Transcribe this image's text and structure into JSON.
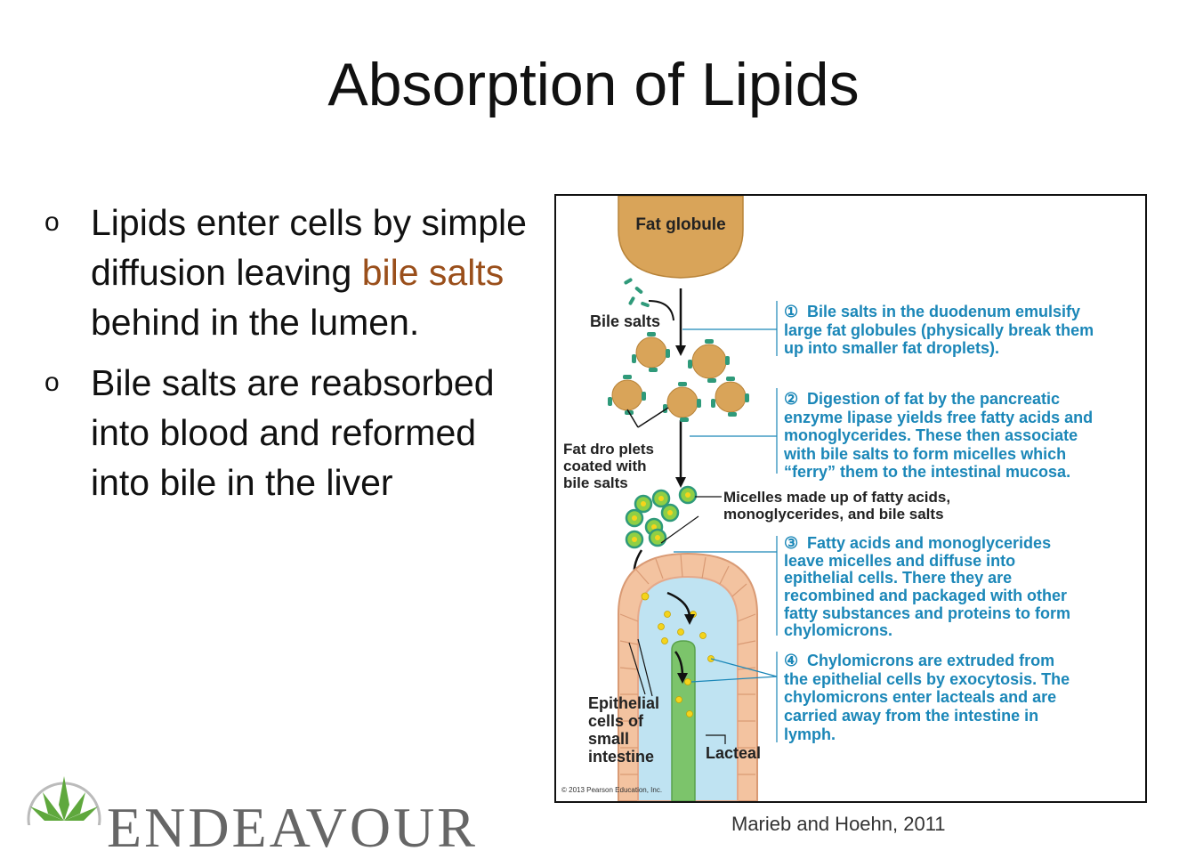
{
  "slide": {
    "title": "Absorption of Lipids",
    "bullets": [
      {
        "marker": "o",
        "before": "Lipids enter cells by simple diffusion leaving ",
        "highlight": "bile salts",
        "after": " behind in the lumen."
      },
      {
        "marker": "o",
        "text": "Bile salts are reabsorbed into blood and reformed into bile in the liver"
      }
    ],
    "highlight_color": "#9a4f1b",
    "footer_right": "Marieb and Hoehn, 2011",
    "logo_text": "ENDEAVOUR"
  },
  "figure": {
    "labels": {
      "fat_globule": "Fat globule",
      "bile_salts": "Bile salts",
      "fat_droplets": [
        "Fat dro plets",
        "coated with",
        "bile salts"
      ],
      "micelles": [
        "Micelles made up of fatty acids,",
        "monoglycerides, and bile salts"
      ],
      "epithelial": [
        "Epithelial",
        "cells of",
        "small",
        "intestine"
      ],
      "lacteal": "Lacteal",
      "copyright": "© 2013 Pearson Education, Inc."
    },
    "steps": [
      {
        "num": "①",
        "lines": [
          "Bile salts in the duodenum emulsify",
          "large fat globules (physically break them",
          "up into smaller fat droplets)."
        ]
      },
      {
        "num": "②",
        "lines": [
          "Digestion of fat by the pancreatic",
          "enzyme lipase yields free fatty acids and",
          "monoglycerides. These then associate",
          "with bile salts to form micelles which",
          "“ferry” them to the intestinal mucosa."
        ]
      },
      {
        "num": "③",
        "lines": [
          "Fatty acids and monoglycerides",
          "leave micelles and diffuse into",
          "epithelial cells. There they are",
          "recombined and packaged with other",
          "fatty substances and proteins to form",
          "chylomicrons."
        ]
      },
      {
        "num": "④",
        "lines": [
          "Chylomicrons are extruded from",
          "the epithelial cells by exocytosis. The",
          "chylomicrons enter lacteals and are",
          "carried away from the intestine in",
          "lymph."
        ]
      }
    ],
    "colors": {
      "step_text": "#1b87b8",
      "fat": "#d9a459",
      "bile_salt": "#2f9a7a",
      "micelle": "#8fcf45",
      "lacteal": "#7cc46b",
      "lumen": "#bfe3f2",
      "villus_cells": "#f3c3a0"
    }
  }
}
